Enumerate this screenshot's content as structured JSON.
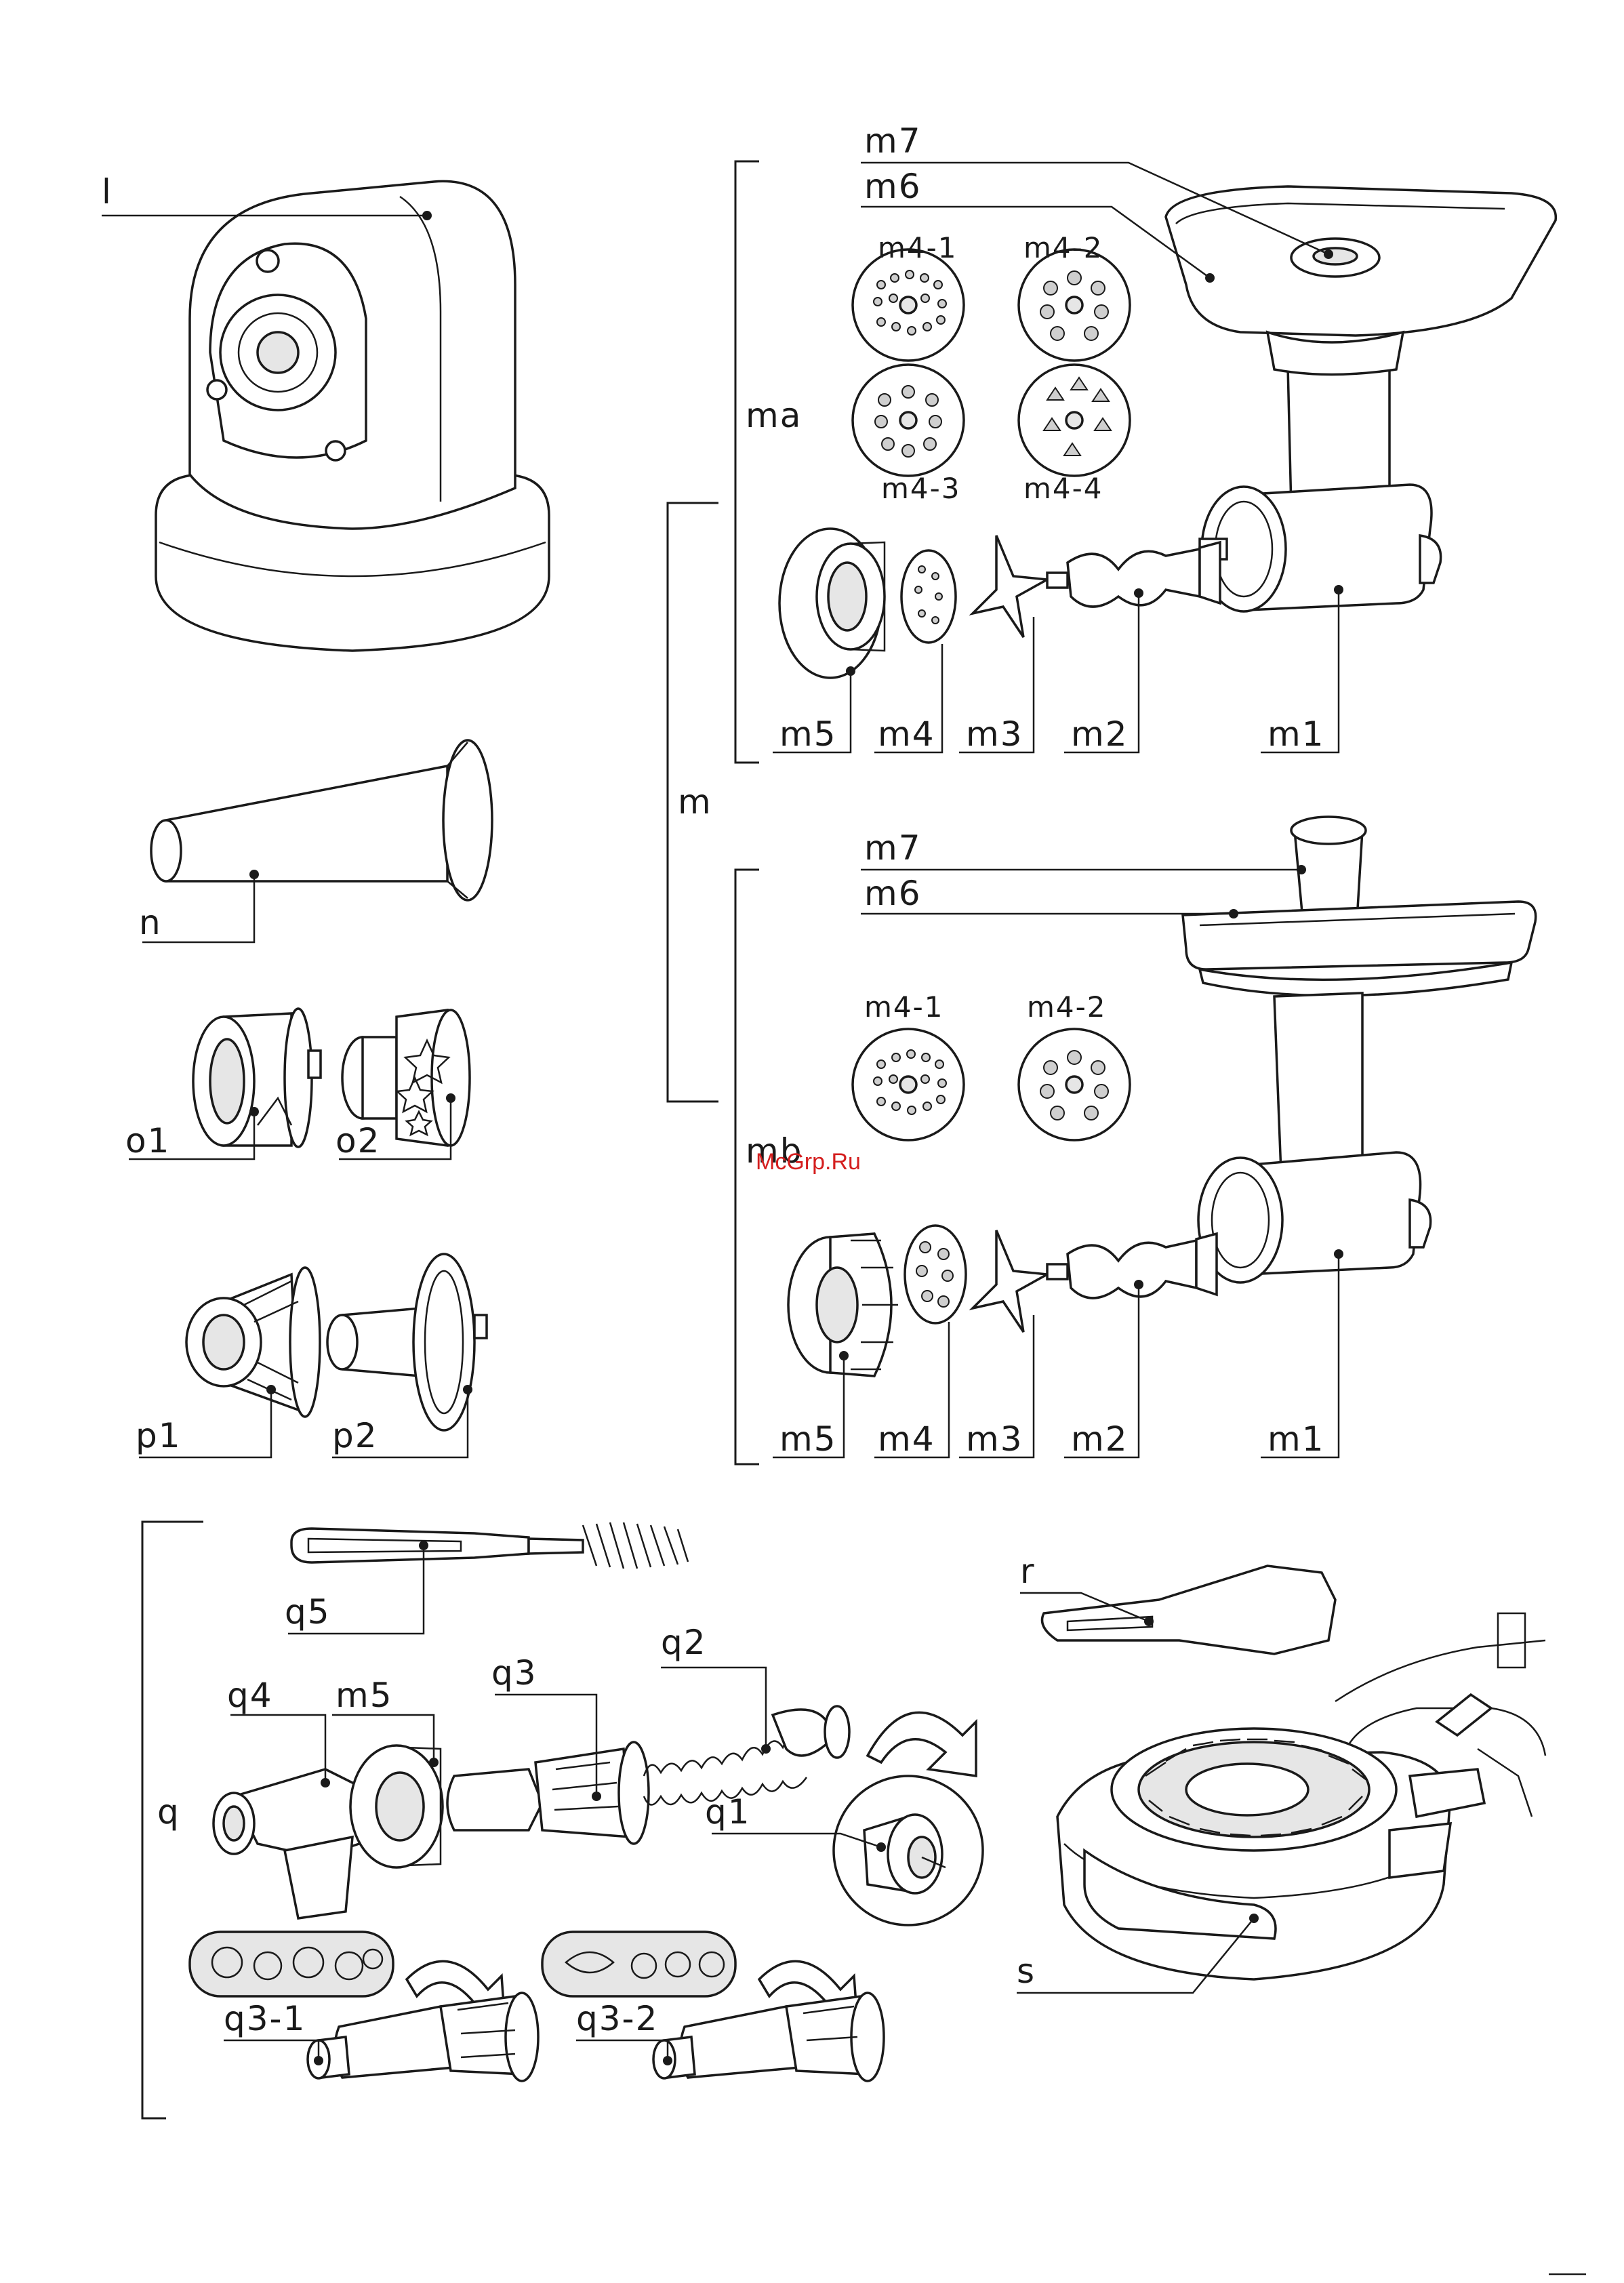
{
  "labels": {
    "l": "l",
    "n": "n",
    "o1": "o1",
    "o2": "o2",
    "p1": "p1",
    "p2": "p2",
    "m": "m",
    "ma": "ma",
    "mb": "mb",
    "m7_a": "m7",
    "m6_a": "m6",
    "m4_1_a": "m4-1",
    "m4_2_a": "m4-2",
    "m4_3": "m4-3",
    "m4_4": "m4-4",
    "m5_a": "m5",
    "m4_a": "m4",
    "m3_a": "m3",
    "m2_a": "m2",
    "m1_a": "m1",
    "m7_b": "m7",
    "m6_b": "m6",
    "m4_1_b": "m4-1",
    "m4_2_b": "m4-2",
    "m5_b": "m5",
    "m4_b": "m4",
    "m3_b": "m3",
    "m2_b": "m2",
    "m1_b": "m1",
    "q": "q",
    "q1": "q1",
    "q2": "q2",
    "q3": "q3",
    "q4": "q4",
    "q5": "q5",
    "m5_q": "m5",
    "q3_1": "q3-1",
    "q3_2": "q3-2",
    "r": "r",
    "s": "s"
  },
  "watermark": "McGrp.Ru"
}
